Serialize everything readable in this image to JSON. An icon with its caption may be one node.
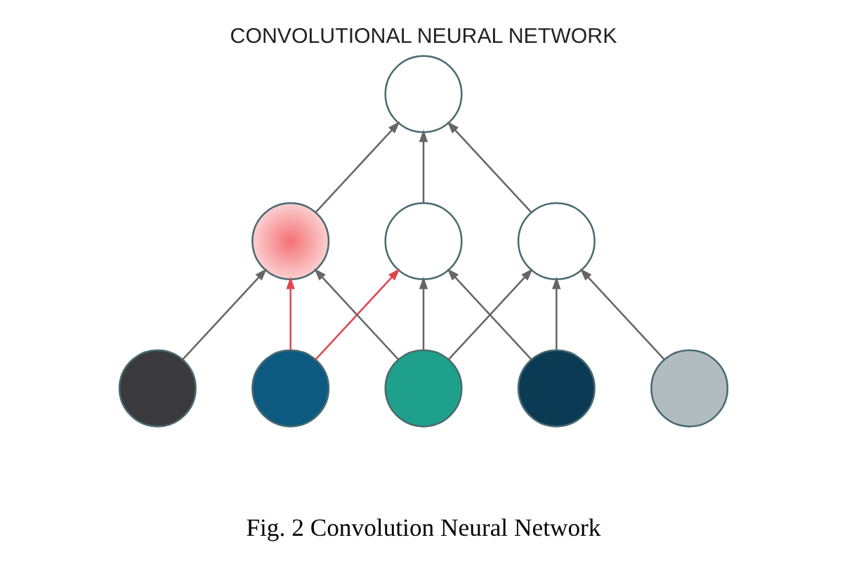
{
  "diagram": {
    "title": "CONVOLUTIONAL NEURAL NETWORK",
    "caption": "Fig. 2 Convolution Neural Network",
    "nodes": [
      {
        "text": [],
        "shape": "circle"
      },
      {
        "text": [],
        "shape": "circle"
      },
      {
        "text": [],
        "shape": "circle"
      },
      {
        "text": [],
        "shape": "circle"
      },
      {
        "text": [],
        "shape": "circle"
      },
      {
        "text": [],
        "shape": "circle"
      },
      {
        "text": [],
        "shape": "circle"
      },
      {
        "text": [],
        "shape": "circle"
      },
      {
        "text": [],
        "shape": "circle"
      }
    ],
    "edges": [
      {
        "from": 4,
        "to": 1,
        "arrow": "to"
      },
      {
        "from": 5,
        "to": 1,
        "arrow": "to",
        "color": "#e0474c"
      },
      {
        "from": 6,
        "to": 1,
        "arrow": "to"
      },
      {
        "from": 5,
        "to": 2,
        "arrow": "to",
        "color": "#e0474c"
      },
      {
        "from": 6,
        "to": 2,
        "arrow": "to"
      },
      {
        "from": 7,
        "to": 2,
        "arrow": "to"
      },
      {
        "from": 6,
        "to": 3,
        "arrow": "to"
      },
      {
        "from": 7,
        "to": 3,
        "arrow": "to"
      },
      {
        "from": 8,
        "to": 3,
        "arrow": "to"
      },
      {
        "from": 1,
        "to": 0,
        "arrow": "to"
      },
      {
        "from": 2,
        "to": 0,
        "arrow": "to"
      },
      {
        "from": 3,
        "to": 0,
        "arrow": "to"
      }
    ]
  }
}
